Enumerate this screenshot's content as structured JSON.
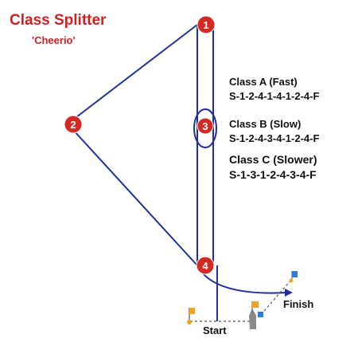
{
  "title": "Class Splitter",
  "subtitle": "'Cheerio'",
  "classes": [
    {
      "name": "Class A (Fast)",
      "sequence": "S-1-2-4-1-4-1-2-4-F"
    },
    {
      "name": "Class B (Slow)",
      "sequence": "S-1-2-4-3-4-1-2-4-F"
    },
    {
      "name": "Class C (Slower)",
      "sequence": "S-1-3-1-2-4-3-4-F"
    }
  ],
  "marks": [
    {
      "id": "mark-1",
      "label": "1"
    },
    {
      "id": "mark-2",
      "label": "2"
    },
    {
      "id": "mark-3",
      "label": "3"
    },
    {
      "id": "mark-4",
      "label": "4"
    }
  ],
  "start_label": "Start",
  "finish_label": "Finish",
  "colors": {
    "title": "#d42020",
    "course_line": "#1f2fa0",
    "mark_fill": "#d42a24",
    "mark_text": "#ffffff",
    "text": "#111111",
    "line_dash": "#555555",
    "flag_orange": "#f2a21e",
    "flag_blue": "#2a7de0",
    "boat": "#8a8a8a"
  }
}
